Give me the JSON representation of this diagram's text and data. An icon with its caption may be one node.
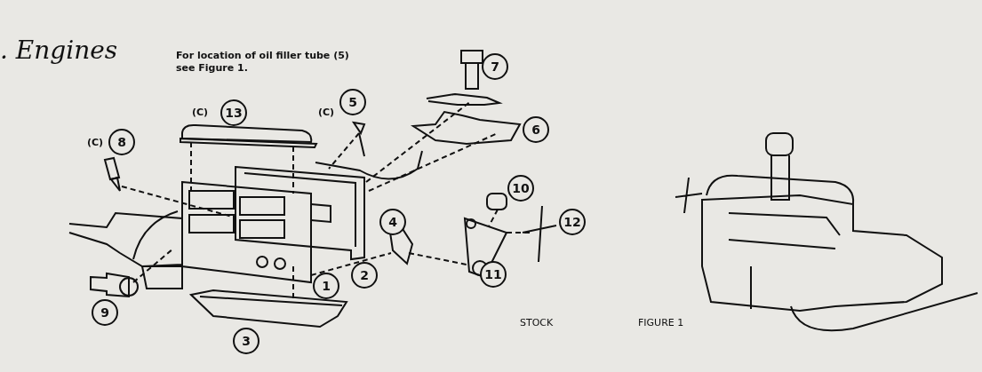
{
  "diagram": {
    "title": ". Engines",
    "labels": [
      "For location of oil filler tube (5) see Figure 1.",
      "7",
      "(C)",
      "13",
      "(C)",
      "5",
      "6",
      "(C)",
      "8",
      "10",
      "4",
      "12",
      "2",
      "11",
      "1",
      "9",
      "STOCK",
      "FIGURE 1",
      "3"
    ]
  }
}
